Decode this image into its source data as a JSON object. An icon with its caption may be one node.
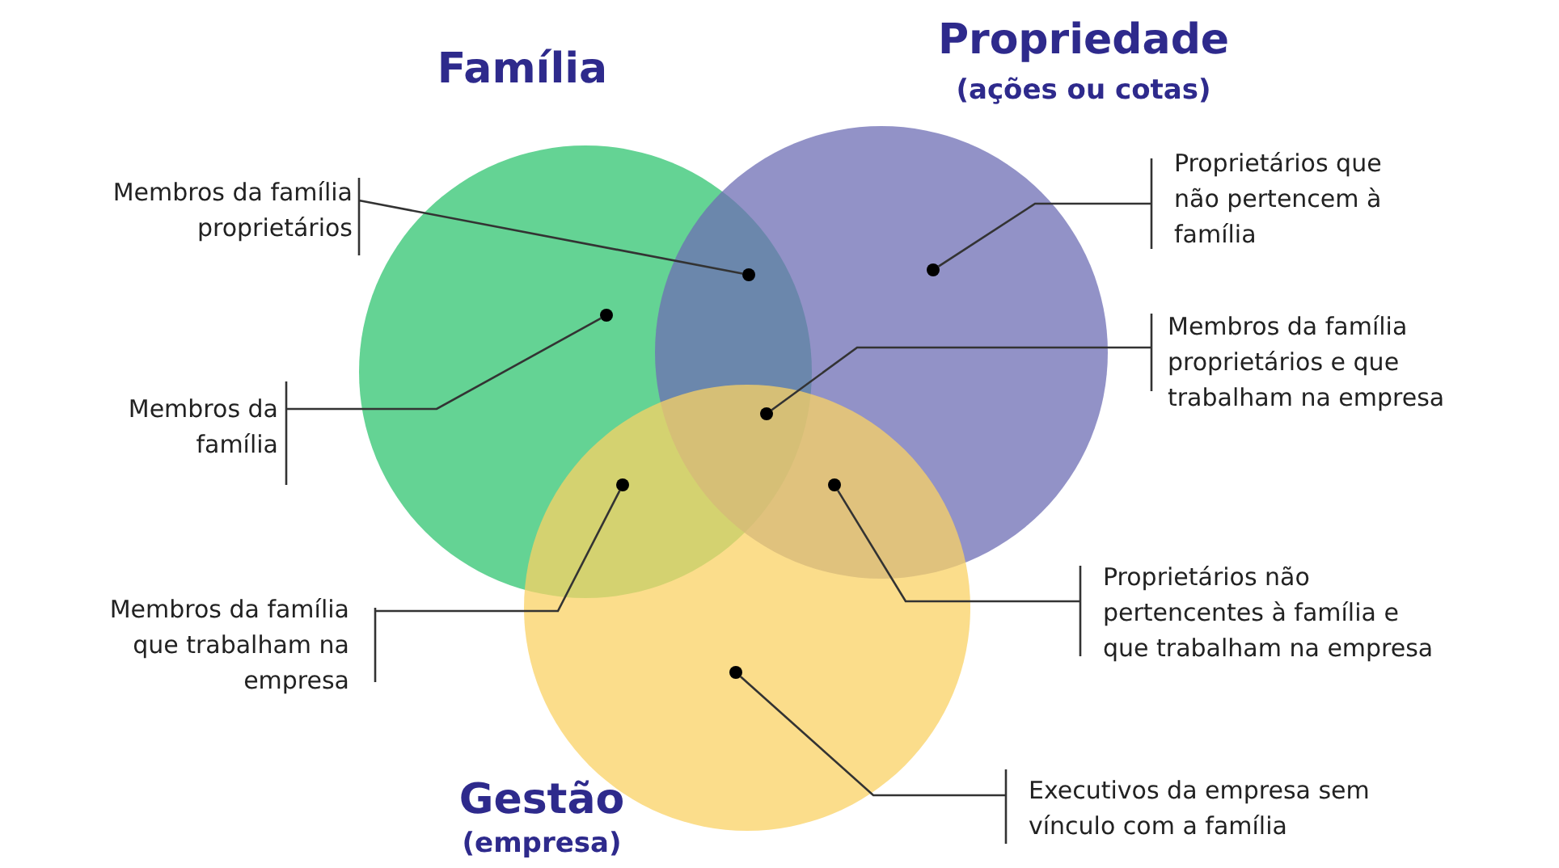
{
  "diagram": {
    "nodes": [
      {
        "text": [
          "Família"
        ]
      },
      {
        "text": [
          "Propriedade",
          "(ações ou cotas)"
        ]
      },
      {
        "text": [
          "Gestão",
          "(empresa)"
        ]
      },
      {
        "text": [],
        "shape": "circle"
      },
      {
        "text": [],
        "shape": "circle",
        "in": 1
      },
      {
        "text": [],
        "shape": "circle",
        "in": 0
      },
      {
        "text": [],
        "shape": "circle"
      },
      {
        "text": [],
        "shape": "circle"
      },
      {
        "text": [],
        "shape": "circle"
      },
      {
        "text": [],
        "shape": "circle",
        "in": 2
      },
      {
        "text": [
          "Membros da família proprietários"
        ]
      },
      {
        "text": [
          "Proprietários que não pertencem à família"
        ]
      },
      {
        "text": [
          "Membros da família"
        ]
      },
      {
        "text": [
          "Membros da família proprietários e que trabalham na empresa"
        ]
      },
      {
        "text": [
          "Membros da família que trabalham na empresa"
        ]
      },
      {
        "text": [
          "Proprietários não pertencentes à família e que trabalham na empresa"
        ]
      },
      {
        "text": [
          "Executivos da empresa sem vínculo com a família"
        ]
      }
    ],
    "edges": [
      {
        "from": 10,
        "to": 3,
        "arrow": "none"
      },
      {
        "from": 11,
        "to": 4,
        "arrow": "none"
      },
      {
        "from": 12,
        "to": 5,
        "arrow": "none"
      },
      {
        "from": 13,
        "to": 6,
        "arrow": "none"
      },
      {
        "from": 14,
        "to": 7,
        "arrow": "none"
      },
      {
        "from": 15,
        "to": 8,
        "arrow": "none"
      },
      {
        "from": 16,
        "to": 9,
        "arrow": "none"
      }
    ]
  }
}
